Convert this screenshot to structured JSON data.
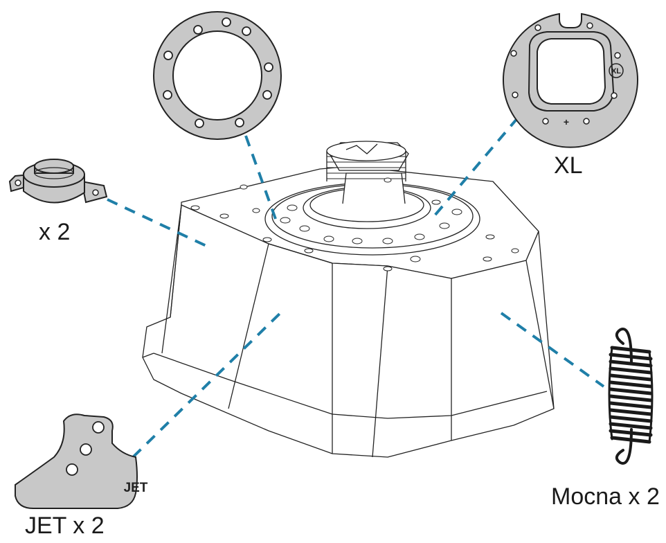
{
  "parts": {
    "ring_plate": {
      "name": ""
    },
    "xl_plate": {
      "label": "XL",
      "engraving": "XL",
      "center_mark": "+"
    },
    "damper": {
      "label": "x 2"
    },
    "jet_plate": {
      "label": "JET x 2",
      "engraving": "JET"
    },
    "spring": {
      "label": "Mocna x 2"
    }
  },
  "colors": {
    "leader_line": "#1f7fa8",
    "part_fill": "#c8c8c8",
    "outline": "#222222",
    "base_fill": "#ffffff"
  }
}
